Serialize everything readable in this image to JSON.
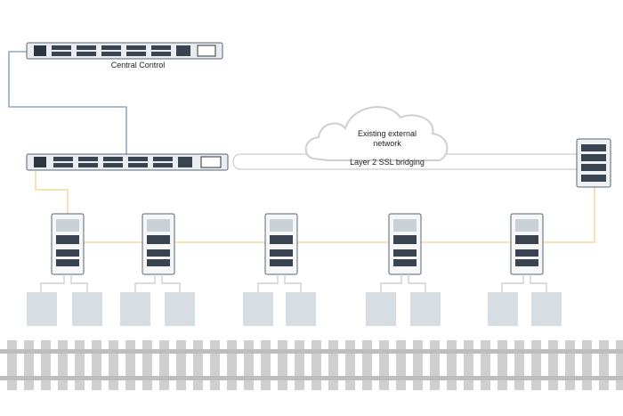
{
  "labels": {
    "central_control": "Central Control",
    "external_network_line1": "Existing external",
    "external_network_line2": "network",
    "bridging": "Layer 2 SSL bridging"
  },
  "colors": {
    "orange_link": "#f5d9a0",
    "blue_link": "#8fa8c4",
    "device_box": "#d6dde3",
    "track": "#cfcfcf",
    "cloud": "#dcdcdc"
  },
  "icons": {
    "rack_switch": "rack-switch-icon",
    "din_switch": "din-rail-switch-icon",
    "end_device": "end-device-box",
    "cloud": "cloud-icon"
  }
}
